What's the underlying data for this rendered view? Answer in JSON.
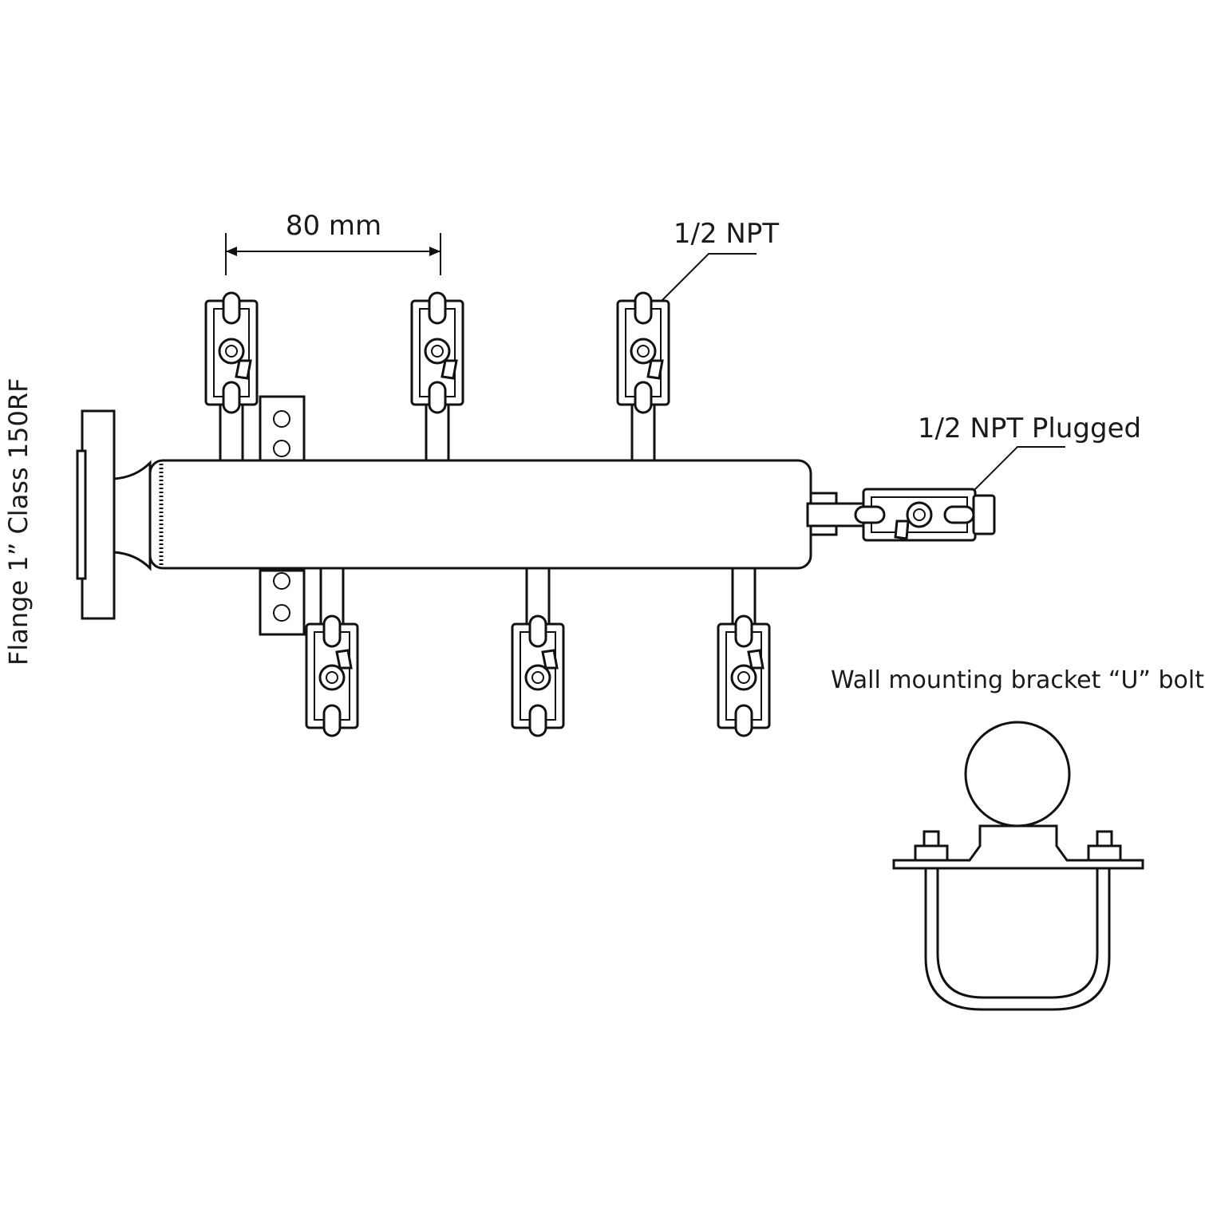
{
  "labels": {
    "spacing": "80 mm",
    "port": "1/2 NPT",
    "plugged": "1/2 NPT Plugged",
    "flange": "Flange 1” Class 150RF",
    "bracket": "Wall mounting bracket “U” bolt"
  },
  "colors": {
    "ink": "#111111",
    "paper": "#ffffff"
  },
  "counts": {
    "top_valves": 3,
    "bottom_valves": 3
  }
}
